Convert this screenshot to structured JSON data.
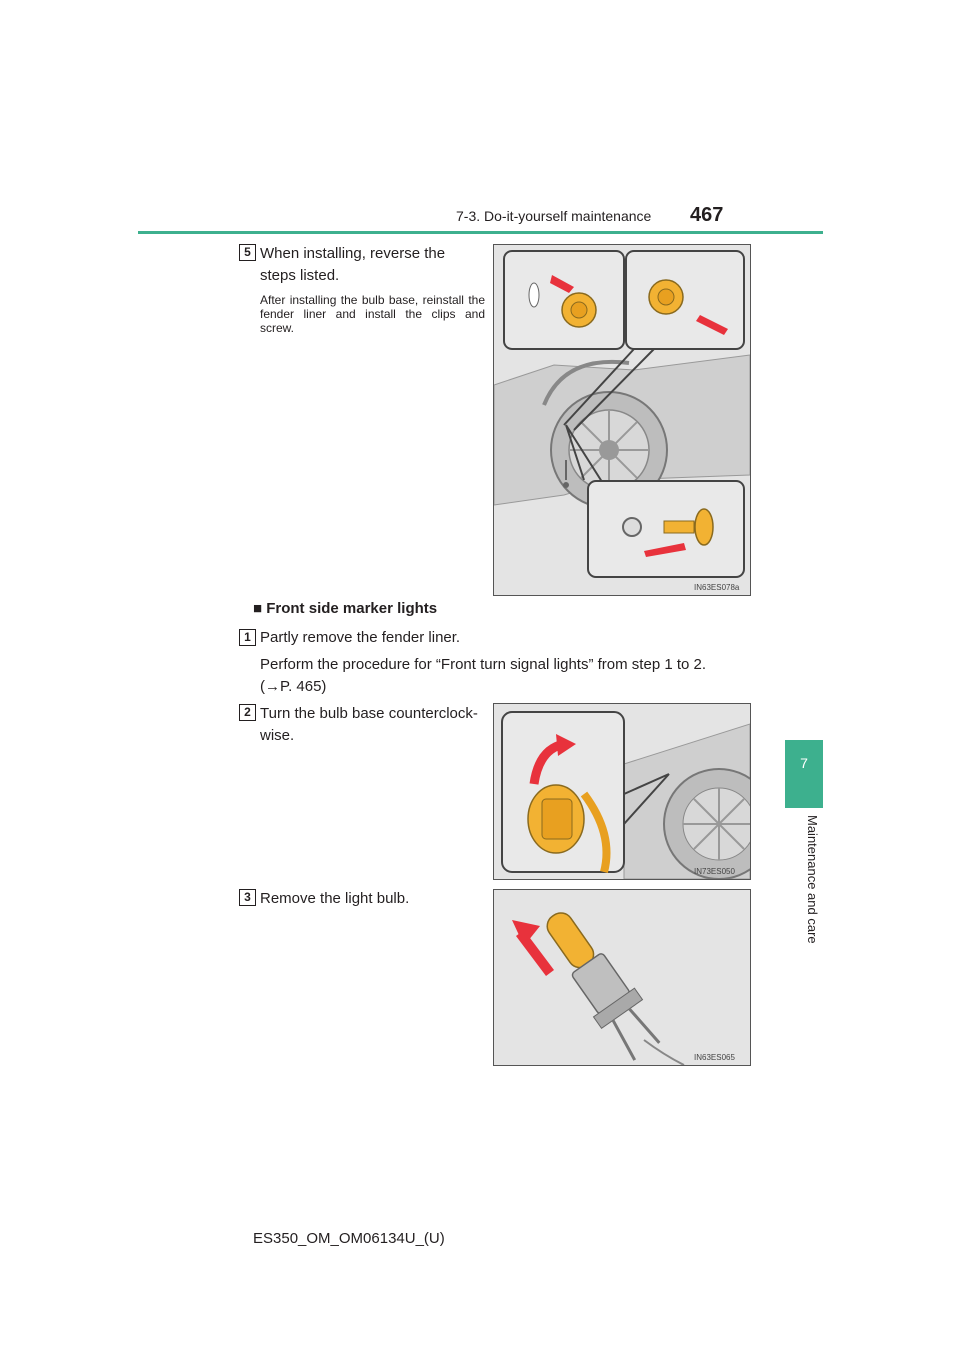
{
  "header": {
    "section": "7-3. Do-it-yourself maintenance",
    "page_number": "467"
  },
  "side_tab": {
    "number": "7",
    "label": "Maintenance and care"
  },
  "steps": [
    {
      "number": "5",
      "text": "When installing, reverse the steps listed.",
      "note": "After installing the bulb base, reinstall the fender liner and install the clips and screw.",
      "figure_code": "IN63ES078a"
    }
  ],
  "subsection": {
    "title": "Front side marker lights",
    "steps": [
      {
        "number": "1",
        "text": "Partly remove the fender liner.",
        "detail": "Perform the procedure for “Front turn signal lights” from step 1 to 2.",
        "reference": "(→P. 465)"
      },
      {
        "number": "2",
        "text": "Turn the bulb base counterclock-wise.",
        "figure_code": "IN73ES050"
      },
      {
        "number": "3",
        "text": "Remove the light bulb.",
        "figure_code": "IN63ES065"
      }
    ]
  },
  "footer": {
    "doc_id": "ES350_OM_OM06134U_(U)"
  },
  "colors": {
    "accent_green": "#3db08e",
    "arrow_red": "#e8323c",
    "bulb_yellow": "#f2b233"
  }
}
